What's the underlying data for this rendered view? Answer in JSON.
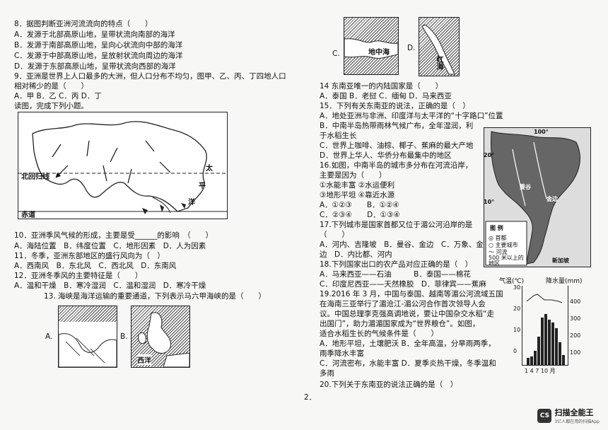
{
  "left": {
    "lines": [
      "8．据图判断亚洲河流流向的特点（　　）",
      "A．发源于北部高原山地，呈带状流向南部的海洋",
      "B．发源于南部高原山地，呈向心状流向中部的海洋",
      "C．发源于中部高原山地，呈放射状流向周边的海洋",
      "D．发源于东部高原山地，呈带状流向西部的海洋",
      "9．亚洲是世界上人口最多的大洲，但人口分布不均匀，图甲、乙、丙、丁四地人口",
      "相对稀少的是（　　）",
      "A．甲  B．乙  C．丙  D．丁",
      "读图，完成下列小题。"
    ],
    "map_labels": [
      "北回归线",
      "太",
      "平",
      "洋",
      "赤道"
    ],
    "q_lines": [
      "10．亚洲季风气候的形成，主要是受______的影响　（　　）",
      "A．海陆位置　B．纬度位置　C．地形因素　D．人为因素",
      "11．冬季，亚洲东部地区的盛行风向为（　）",
      "A．西南风　B．东北风　C．西北风　D．东南风",
      "12．亚洲冬季风的主要特征是（　　）",
      "A．温和干燥　B．寒冷湿润　C．温和湿润　D．寒冷干燥"
    ],
    "q13": "13. 海峡是海洋运输的重要通道，下列表示马六甲海峡的是（　　）",
    "opt_a": "A.",
    "opt_b": "B.",
    "fig_b_label": "西洋"
  },
  "right": {
    "opt_c": "C.",
    "opt_d": "D.",
    "fig_c_label": "地中海",
    "fig_d_label": "红海",
    "lines": [
      "14 东南亚唯一的内陆国家是（　　）",
      "A．泰国 B．老挝 C．缅甸 D．马来西亚",
      "15．下列有关东南亚的说法，正确的是（　）",
      "A．地处亚洲与非洲、印度洋与太平洋的“十字路口”位置",
      "B．中南半岛热带雨林气候广布，全年湿润，利",
      "于水稻生长",
      "C．世界上咖啡、油棕、椰子、蕉麻的最大产地",
      "D．世界上华人、华侨分布最集中的地区",
      "16.如图，中南半岛的城市多分布在河流沿岸，",
      "主要是因为（　　）",
      "①水能丰富 ②水运便利",
      "③地形平坦 ④靠近水源",
      "A．①②③　　B．①②④",
      "C．②③④　　D．①③④",
      "17.下列城市是国家首都又位于湄公河沿岸的是",
      "（　　）",
      "A．河内、吉隆坡　B．曼谷、金边　C．万象、金",
      "边　D．内比都、河内",
      "18.下列国家出口的农产品对应正确的是（　）",
      "A．马来西亚——石油　　　B．泰国——棉花",
      "C．印度尼西亚——天然橡胶　D．菲律宾——蕉麻",
      "19.2016 年 3 月，中国与泰国、越南等湄公河流域五国",
      "在海南三亚举行了湄沧江-湄公河合作首次领导人会",
      "议。中国总理李克强高调地说，要让中国杂交水稻“走",
      "出国门”，助力湄湄国家成为“世界粮仓”。如图，",
      "适合水稻生长的气候条件是（　　）",
      "A．地形平坦，土壤肥沃 B．全年高温，分旱雨两季，",
      "雨季降水丰富",
      "C．河流密布，水能丰富 D．夏季炎热干燥，冬季温和",
      "多雨",
      "20.下列关于东南亚的说法正确的是（　）"
    ],
    "map_labels": {
      "lon": "100°",
      "lat1": "20°",
      "lat2": "10°",
      "city1": "曼谷",
      "city2": "金边",
      "legend_title": "图 例",
      "legend_items": [
        "◎ 首都",
        "○ 主要城市",
        "～ 河流",
        "500 米以上的地区"
      ],
      "city3": "新加坡"
    },
    "climate": {
      "ylabel_left": "气温(℃)",
      "ylabel_right": "降水量(mm)",
      "left_ticks": [
        "30",
        "20",
        "10",
        "0"
      ],
      "right_ticks": [
        "400",
        "300",
        "200",
        "100"
      ],
      "xlabel": "1 4 7 10 月"
    }
  },
  "page_number": "2．",
  "watermark": {
    "badge": "CS",
    "title": "扫描全能王",
    "subtitle": "3亿人都在用的扫描App"
  }
}
